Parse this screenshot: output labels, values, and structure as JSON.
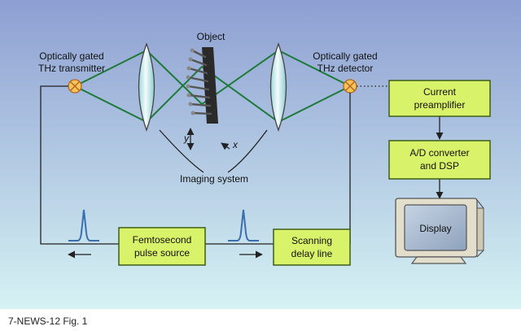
{
  "colors": {
    "background_top": "#8d9fd2",
    "background_bottom": "#d6f2f3",
    "beam": "#1f7a3a",
    "box_fill": "#d8f26a",
    "box_stroke": "#3d5e14",
    "source_fill": "#f5c35a",
    "pulse": "#3a6fb0"
  },
  "labels": {
    "object": "Object",
    "transmitter": [
      "Optically gated",
      "THz transmitter"
    ],
    "detector": [
      "Optically gated",
      "THz detector"
    ],
    "imaging_system": "Imaging system",
    "axis_y": "y",
    "axis_x": "x"
  },
  "boxes": {
    "preamp": [
      "Current",
      "preamplifier"
    ],
    "adc": [
      "A/D converter",
      "and DSP"
    ],
    "femto": [
      "Femtosecond",
      "pulse source"
    ],
    "delay": [
      "Scanning",
      "delay line"
    ]
  },
  "display": "Display",
  "caption": "7-NEWS-12  Fig. 1"
}
